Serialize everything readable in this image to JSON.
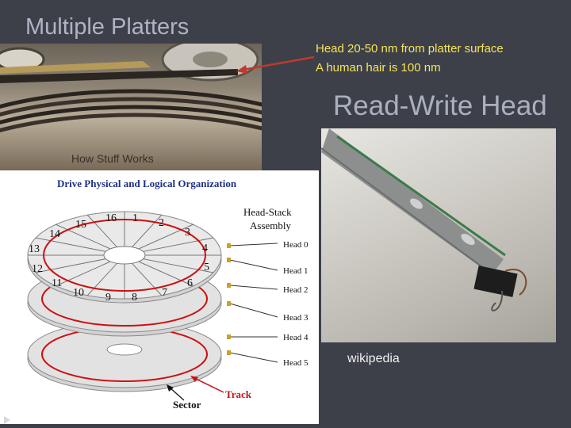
{
  "slide": {
    "title": "Multiple Platters",
    "head_note_1": "Head 20-50 nm from platter surface",
    "head_note_2": "A human hair is 100 nm",
    "rw_title": "Read-Write Head",
    "platter_caption": "How Stuff Works",
    "wiki_caption": "wikipedia"
  },
  "diagram": {
    "title": "Drive Physical and Logical Organization",
    "hsa_line1": "Head-Stack",
    "hsa_line2": "Assembly",
    "heads": [
      "Head 0",
      "Head 1",
      "Head 2",
      "Head 3",
      "Head 4",
      "Head 5"
    ],
    "sectors": [
      "16",
      "1",
      "2",
      "3",
      "4",
      "5",
      "6",
      "7",
      "8",
      "9",
      "10",
      "11",
      "12",
      "13",
      "14",
      "15"
    ],
    "track_label": "Track",
    "sector_label": "Sector"
  },
  "colors": {
    "background": "#3d4049",
    "title": "#b0b3c4",
    "note": "#f6e45a",
    "track": "#cc1111",
    "leader_arrow": "#c0392b"
  }
}
